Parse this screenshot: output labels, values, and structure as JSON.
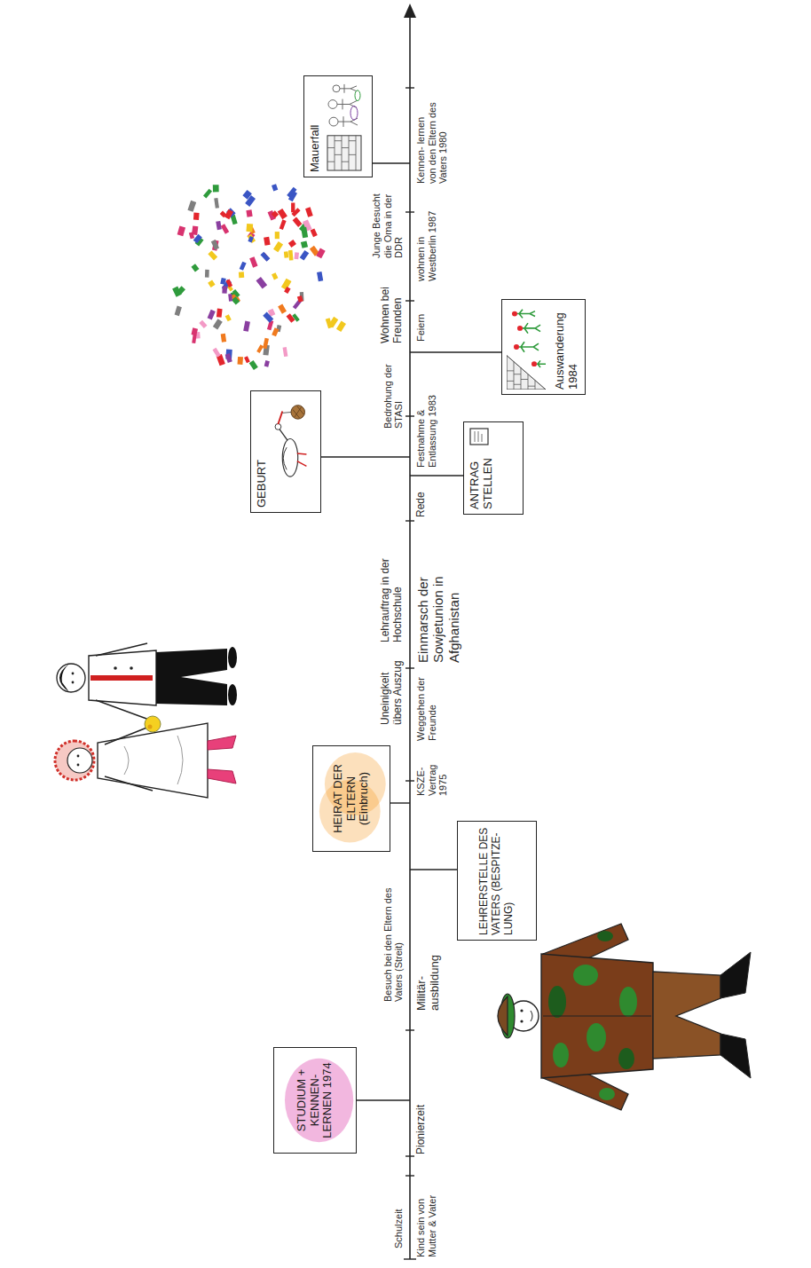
{
  "diagram": {
    "nodes": [
      {
        "text": [
          "STUDIUM + KENNEN- LERNEN 1974"
        ]
      },
      {
        "text": [
          "LEHRERSTELLE DES VATERS (BESPITZE- LUNG)"
        ]
      },
      {
        "text": [
          "HEIRAT DER ELTERN (Einbruch)"
        ]
      },
      {
        "text": [
          "GEBURT"
        ]
      },
      {
        "text": [
          "ANTRAG STELLEN"
        ]
      },
      {
        "text": [
          "Auswanderung 1984"
        ]
      },
      {
        "text": [
          "Mauerfall"
        ]
      }
    ],
    "labels": [
      "Kind sein von Mutter & Vater",
      "Schulzeit",
      "Pionierzeit",
      "Militär- ausbildung",
      "Besuch bei den Eltern des Vaters (Streit)",
      "KSZE- Vertrag 1975",
      "Weggehen der Freunde",
      "Uneinigkeit übers Auszug",
      "Einmarsch der Sowjetunion in Afghanistan",
      "Lehrauftrag in der Hochschule",
      "Rede",
      "Festnahme & Entlassung 1983",
      "Bedrohung der STASI",
      "Wohnen bei Freunden",
      "Feiern",
      "wohnen in Westberlin 1987",
      "Junge Besucht die Oma in der DDR",
      "Kennen- lernen von den Eltern des Vaters 1980"
    ]
  }
}
